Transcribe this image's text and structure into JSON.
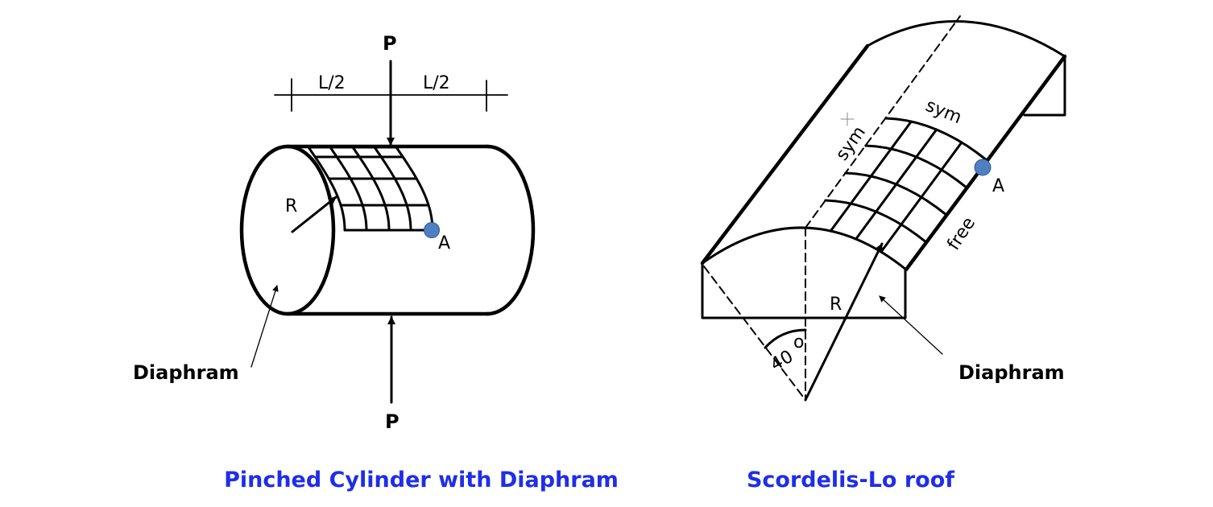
{
  "left_figure": {
    "load_top": "P",
    "load_bottom": "P",
    "half_length_left": "L/2",
    "half_length_right": "L/2",
    "radius": "R",
    "point": "A",
    "diaphragm": "Diaphram",
    "caption": "Pinched Cylinder with Diaphram"
  },
  "right_figure": {
    "sym_long": "sym",
    "sym_arc": "sym",
    "free_edge": "free",
    "point": "A",
    "radius": "R",
    "angle": "40",
    "degree": "o",
    "diaphragm": "Diaphram",
    "caption": "Scordelis-Lo roof"
  },
  "colors": {
    "point_marker": "#4f7fc0",
    "caption": "#1f2ee8"
  }
}
